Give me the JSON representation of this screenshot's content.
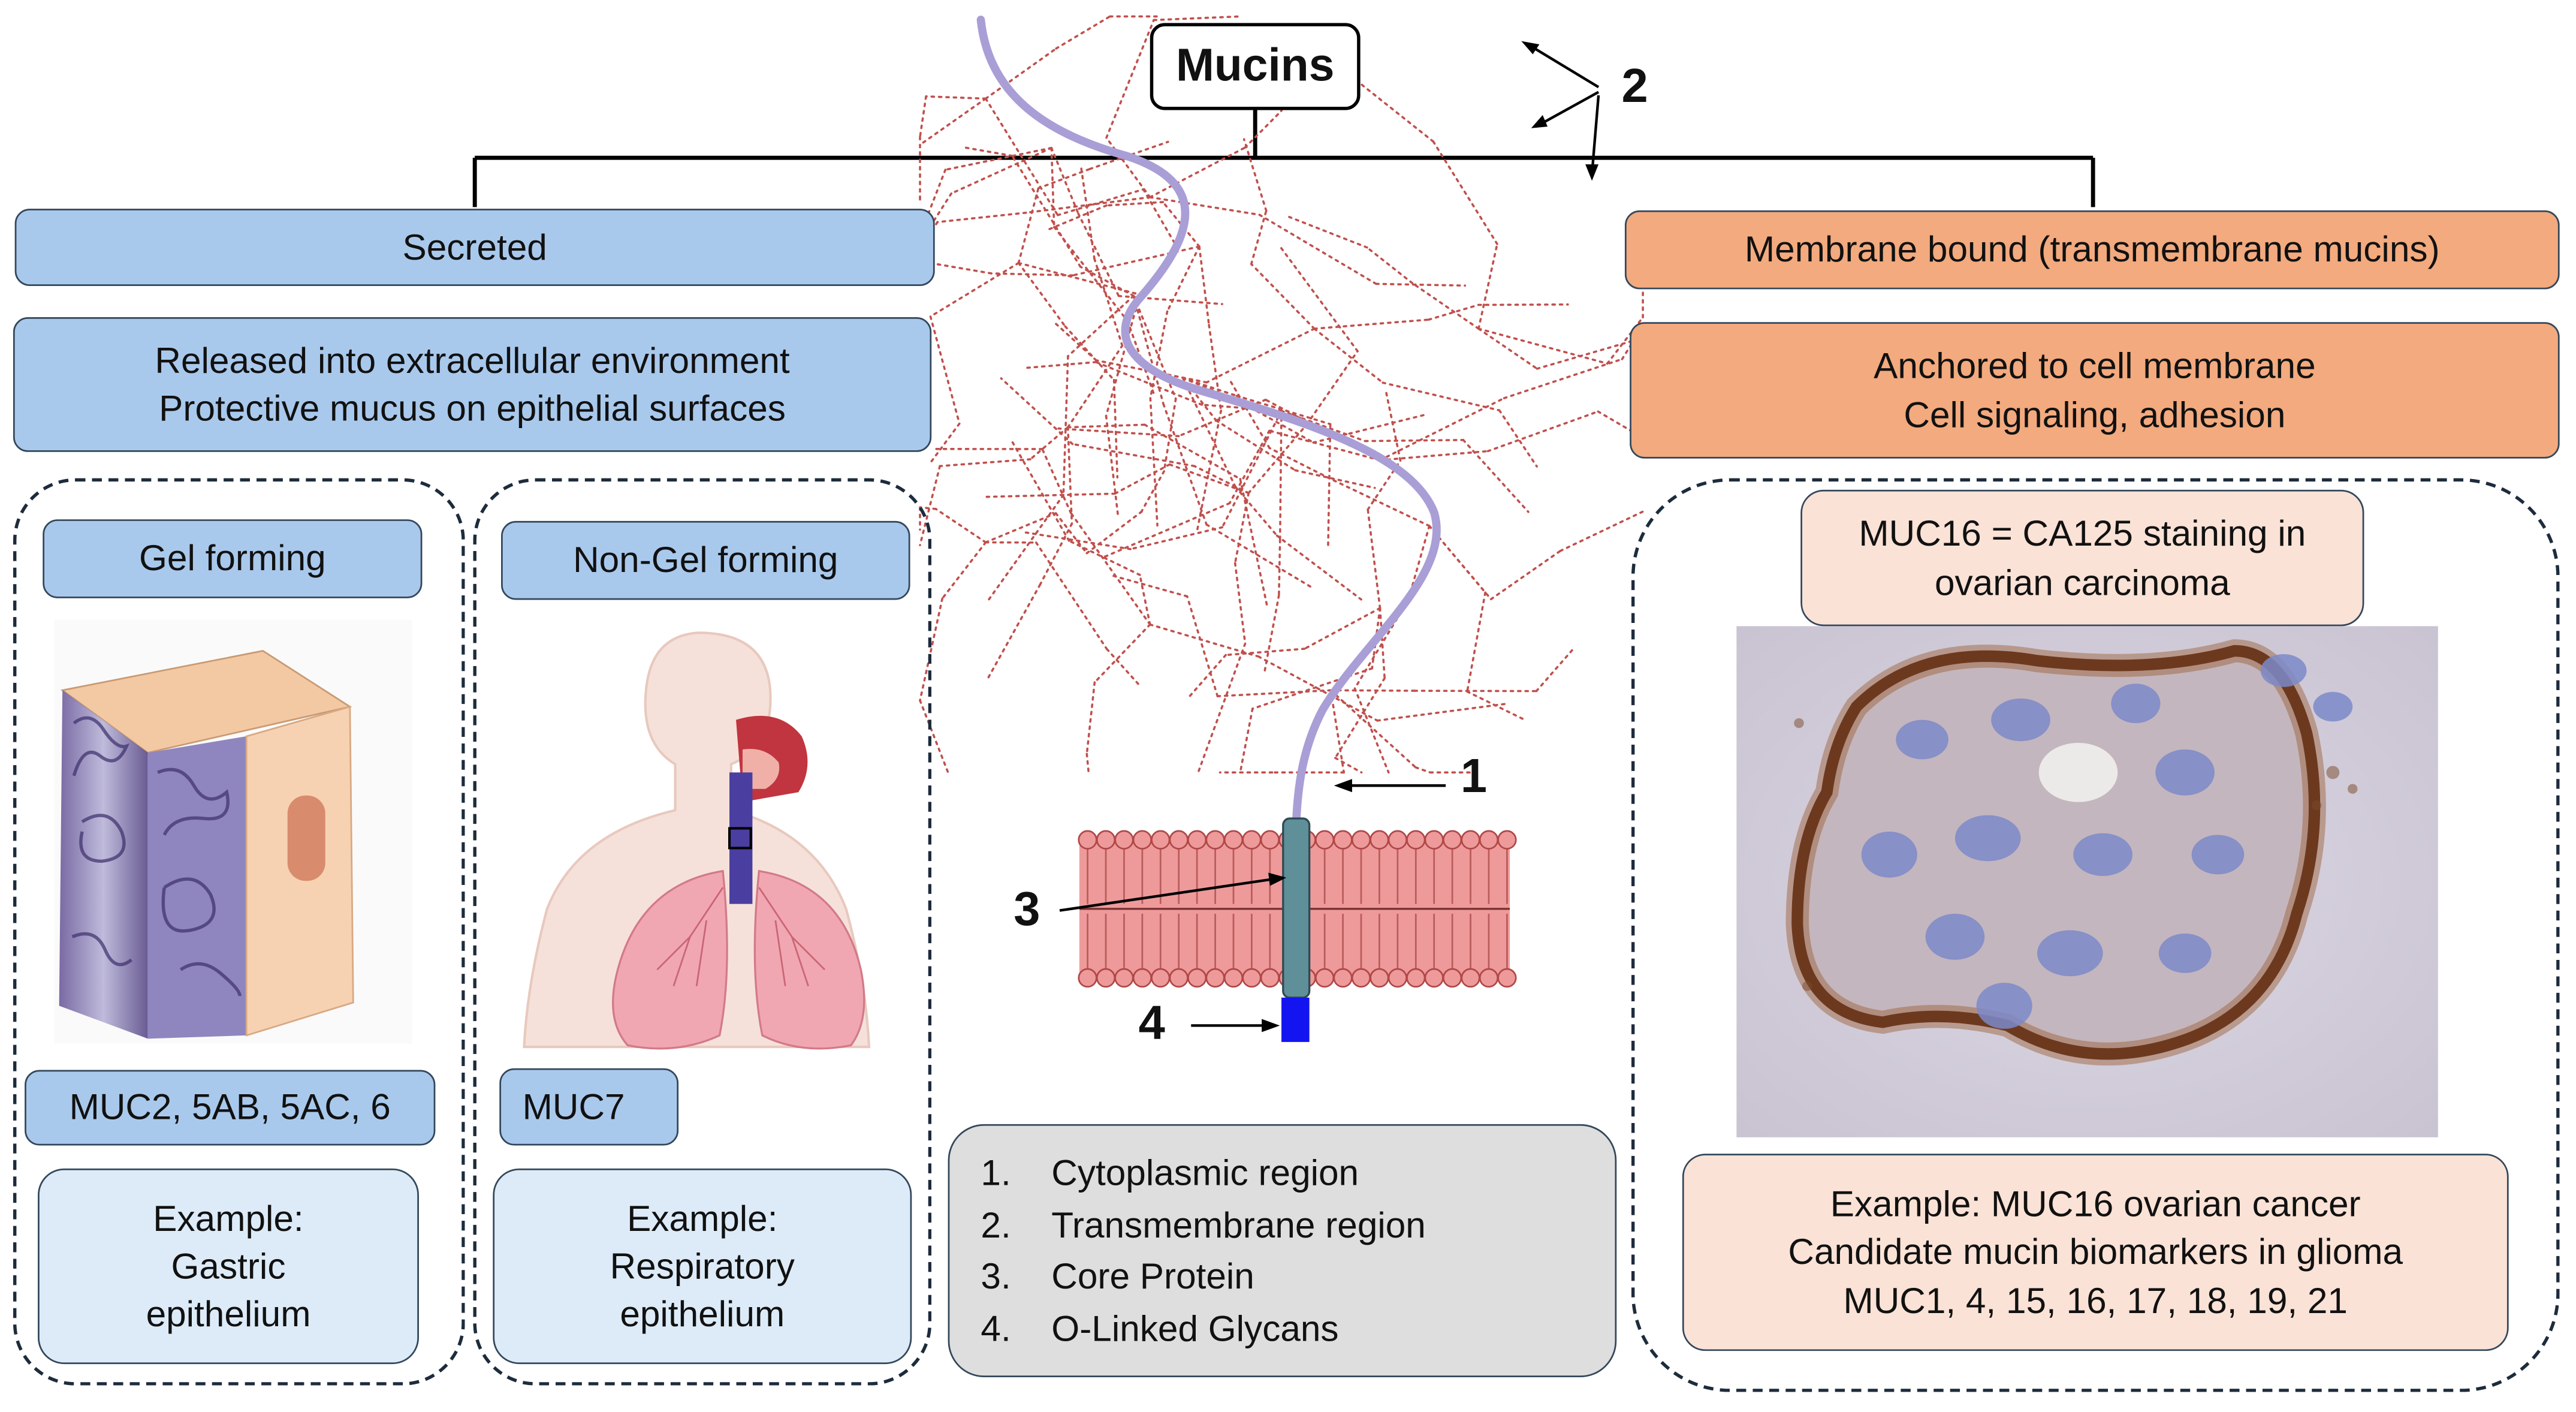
{
  "title": "Mucins",
  "secreted": {
    "header": "Secreted",
    "description": [
      "Released into extracellular environment",
      "Protective mucus on epithelial surfaces"
    ],
    "gel_forming": {
      "label": "Gel forming",
      "genes": "MUC2, 5AB, 5AC, 6",
      "example": [
        "Example:",
        "Gastric",
        "epithelium"
      ]
    },
    "non_gel_forming": {
      "label": "Non-Gel forming",
      "genes": "MUC7",
      "example": [
        "Example:",
        "Respiratory",
        "epithelium"
      ]
    }
  },
  "membrane_bound": {
    "header": "Membrane bound (transmembrane mucins)",
    "description": [
      "Anchored to cell membrane",
      "Cell signaling, adhesion"
    ],
    "staining_caption": [
      "MUC16 = CA125 staining in",
      "ovarian carcinoma"
    ],
    "example": [
      "Example: MUC16 ovarian cancer",
      "Candidate mucin biomarkers in glioma",
      "MUC1, 4, 15, 16, 17, 18, 19, 21"
    ]
  },
  "diagram_labels": [
    "1",
    "2",
    "3",
    "4"
  ],
  "legend": [
    {
      "num": "1.",
      "text": "Cytoplasmic region"
    },
    {
      "num": "2.",
      "text": "Transmembrane region"
    },
    {
      "num": "3.",
      "text": "Core Protein"
    },
    {
      "num": "4.",
      "text": "O-Linked Glycans"
    }
  ],
  "colors": {
    "secreted_fill": "#a9c9ec",
    "example_fill": "#ddebf8",
    "membrane_fill": "#f2aa7e",
    "membrane_light_fill": "#fbe2d6",
    "legend_fill": "#dedede",
    "glycan_dots": "#c0504d",
    "core_protein": "#a99fd6",
    "lipid_bilayer": "#ef9a9a",
    "transmembrane": "#5f8f98",
    "cytoplasmic": "#1414f0"
  }
}
